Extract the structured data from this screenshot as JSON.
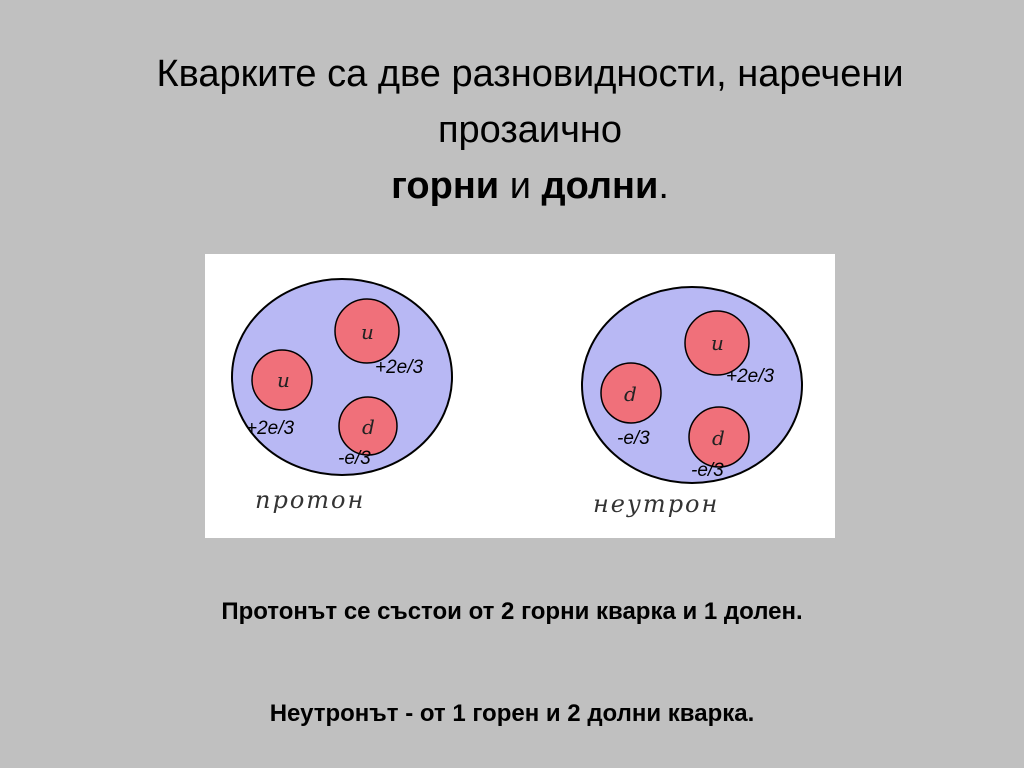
{
  "title": {
    "line1": "Кварките са две разновидности, наречени",
    "line2": "прозаично",
    "up_word": "горни",
    "conj": " и ",
    "down_word": "долни",
    "end": "."
  },
  "diagram": {
    "proton": {
      "name": "протон",
      "quarks": [
        {
          "label": "u",
          "charge": "+2e/3"
        },
        {
          "label": "u",
          "charge": "+2e/3"
        },
        {
          "label": "d",
          "charge": "-e/3"
        }
      ]
    },
    "neutron": {
      "name": "неутрон",
      "quarks": [
        {
          "label": "u",
          "charge": "+2e/3"
        },
        {
          "label": "d",
          "charge": "-e/3"
        },
        {
          "label": "d",
          "charge": "-e/3"
        }
      ]
    },
    "colors": {
      "nucleon_fill": "#b8b8f4",
      "quark_fill": "#f0707a",
      "outline": "#000000"
    }
  },
  "captions": {
    "proton_text": "Протонът се състои от 2 горни кварка и 1 долен.",
    "neutron_text": "Неутронът - от 1 горен и 2 долни кварка."
  }
}
